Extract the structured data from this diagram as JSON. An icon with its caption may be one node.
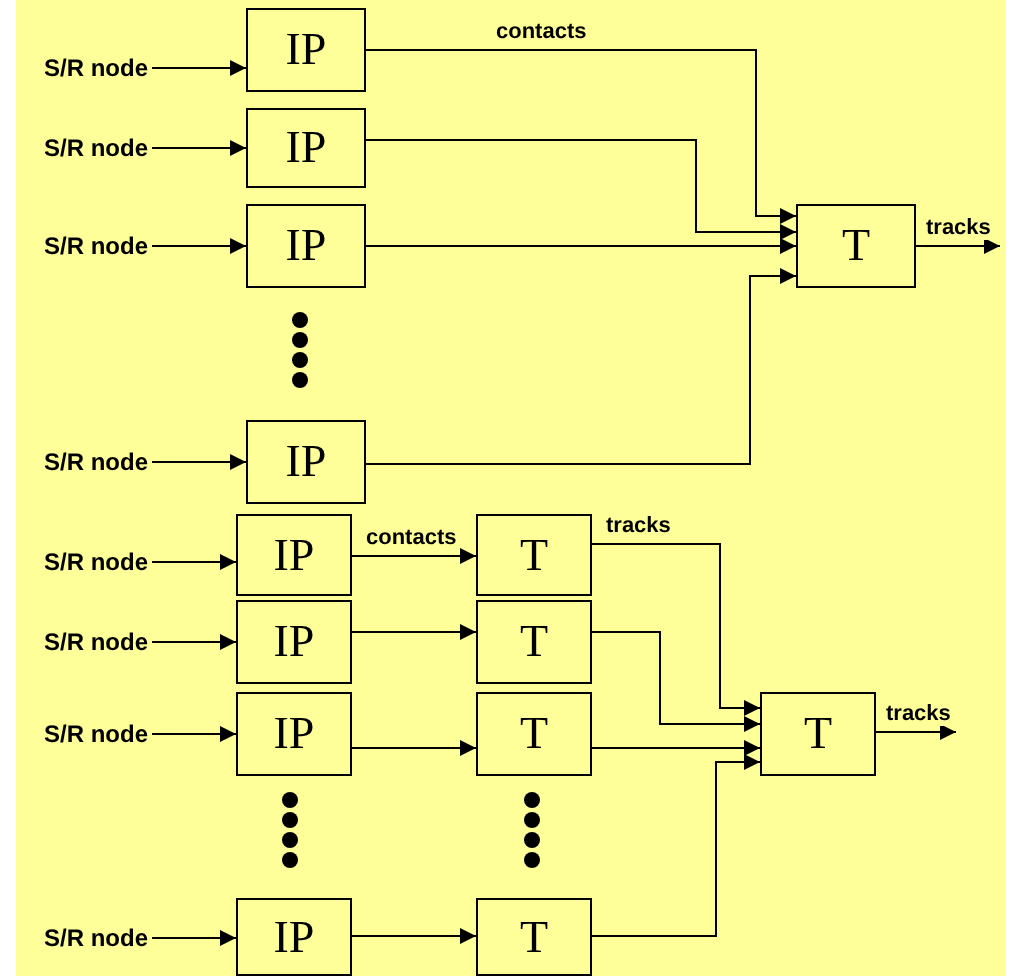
{
  "diagram": {
    "nodes": [
      {
        "text": [
          "S/R node"
        ]
      },
      {
        "text": [
          "IP"
        ]
      },
      {
        "text": [
          "S/R node"
        ]
      },
      {
        "text": [
          "IP"
        ]
      },
      {
        "text": [
          "S/R node"
        ]
      },
      {
        "text": [
          "IP"
        ]
      },
      {
        "text": [
          "T"
        ]
      },
      {
        "text": [
          "S/R node"
        ]
      },
      {
        "text": [
          "IP"
        ]
      },
      {
        "text": [
          "S/R node"
        ]
      },
      {
        "text": [
          "IP"
        ]
      },
      {
        "text": [
          "T"
        ]
      },
      {
        "text": [
          "S/R node"
        ]
      },
      {
        "text": [
          "IP"
        ]
      },
      {
        "text": [
          "T"
        ]
      },
      {
        "text": [
          "S/R node"
        ]
      },
      {
        "text": [
          "IP"
        ]
      },
      {
        "text": [
          "T"
        ]
      },
      {
        "text": [
          "T"
        ]
      },
      {
        "text": [
          "S/R node"
        ]
      },
      {
        "text": [
          "IP"
        ]
      },
      {
        "text": [
          "T"
        ]
      }
    ],
    "edges": [
      {
        "from": 0,
        "to": 1,
        "arrow": "to"
      },
      {
        "from": 2,
        "to": 3,
        "arrow": "to"
      },
      {
        "from": 4,
        "to": 5,
        "arrow": "to"
      },
      {
        "from": 7,
        "to": 8,
        "arrow": "to"
      },
      {
        "from": 1,
        "to": 6,
        "label": "contacts",
        "arrow": "to"
      },
      {
        "from": 3,
        "to": 6,
        "arrow": "to"
      },
      {
        "from": 5,
        "to": 6,
        "arrow": "to"
      },
      {
        "from": 8,
        "to": 6,
        "arrow": "to"
      },
      {
        "from": 6,
        "to": null,
        "label": "tracks",
        "arrow": "to"
      },
      {
        "from": 9,
        "to": 10,
        "arrow": "to"
      },
      {
        "from": 12,
        "to": 13,
        "arrow": "to"
      },
      {
        "from": 15,
        "to": 16,
        "arrow": "to"
      },
      {
        "from": 19,
        "to": 20,
        "arrow": "to"
      },
      {
        "from": 10,
        "to": 11,
        "label": "contacts",
        "arrow": "to"
      },
      {
        "from": 13,
        "to": 14,
        "arrow": "to"
      },
      {
        "from": 16,
        "to": 17,
        "arrow": "to"
      },
      {
        "from": 20,
        "to": 21,
        "arrow": "to"
      },
      {
        "from": 11,
        "to": 18,
        "label": "tracks",
        "arrow": "to"
      },
      {
        "from": 14,
        "to": 18,
        "arrow": "to"
      },
      {
        "from": 17,
        "to": 18,
        "arrow": "to"
      },
      {
        "from": 21,
        "to": 18,
        "arrow": "to"
      },
      {
        "from": 18,
        "to": null,
        "label": "tracks",
        "arrow": "to"
      }
    ]
  }
}
